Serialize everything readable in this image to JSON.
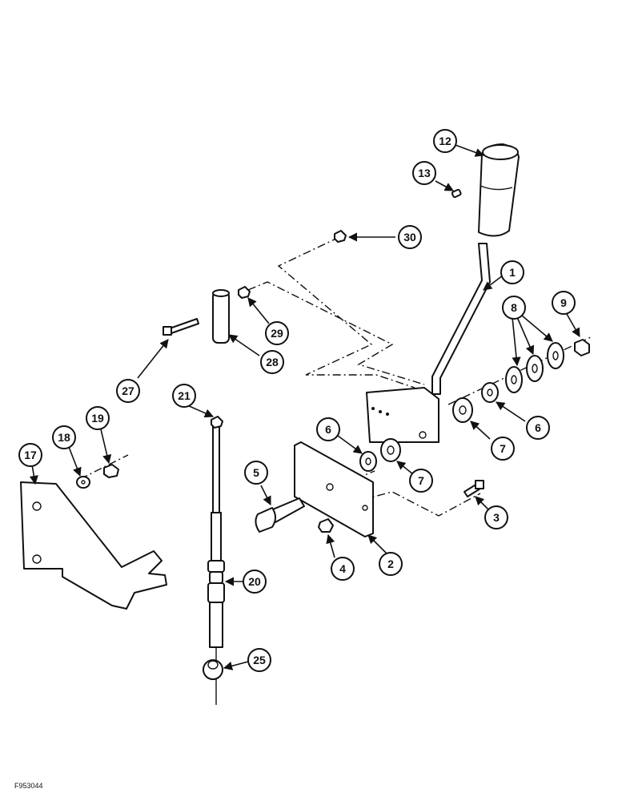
{
  "figure": {
    "code": "F953044",
    "callouts": [
      "1",
      "2",
      "3",
      "4",
      "5",
      "6",
      "6",
      "7",
      "7",
      "8",
      "9",
      "12",
      "13",
      "17",
      "18",
      "19",
      "20",
      "21",
      "25",
      "27",
      "28",
      "29",
      "30"
    ]
  }
}
